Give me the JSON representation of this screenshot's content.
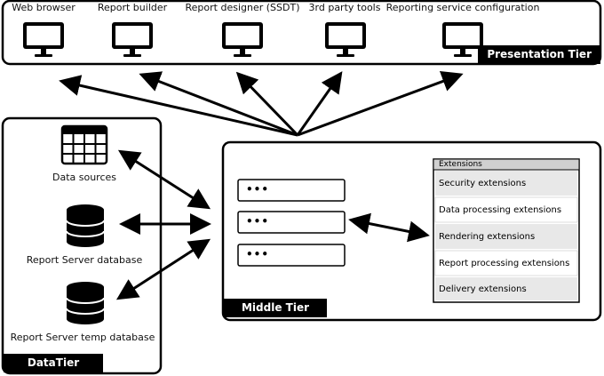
{
  "presentation_tier": {
    "label": "Presentation Tier",
    "clients": [
      {
        "label": "Web browser",
        "icon": "monitor-icon"
      },
      {
        "label": "Report builder",
        "icon": "monitor-icon"
      },
      {
        "label": "Report designer (SSDT)",
        "icon": "monitor-icon"
      },
      {
        "label": "3rd party tools",
        "icon": "monitor-icon"
      },
      {
        "label": "Reporting service configuration",
        "icon": "monitor-icon"
      }
    ]
  },
  "data_tier": {
    "label": "DataTier",
    "items": [
      {
        "label": "Data sources",
        "icon": "table-grid-icon"
      },
      {
        "label": "Report Server database",
        "icon": "database-icon"
      },
      {
        "label": "Report Server temp database",
        "icon": "database-icon"
      }
    ]
  },
  "middle_tier": {
    "label": "Middle Tier",
    "components": [
      {
        "label": "•••"
      },
      {
        "label": "•••"
      },
      {
        "label": "•••"
      }
    ],
    "extensions": {
      "title": "Extensions",
      "items": [
        "Security extensions",
        "Data processing extensions",
        "Rendering extensions",
        "Report processing extensions",
        "Delivery extensions"
      ]
    }
  },
  "colors": {
    "stroke": "#000000",
    "tag_bg": "#000000",
    "tag_text": "#ffffff",
    "extensions_head": "#d0d0d0",
    "extensions_row_alt": "#e8e8e8"
  }
}
